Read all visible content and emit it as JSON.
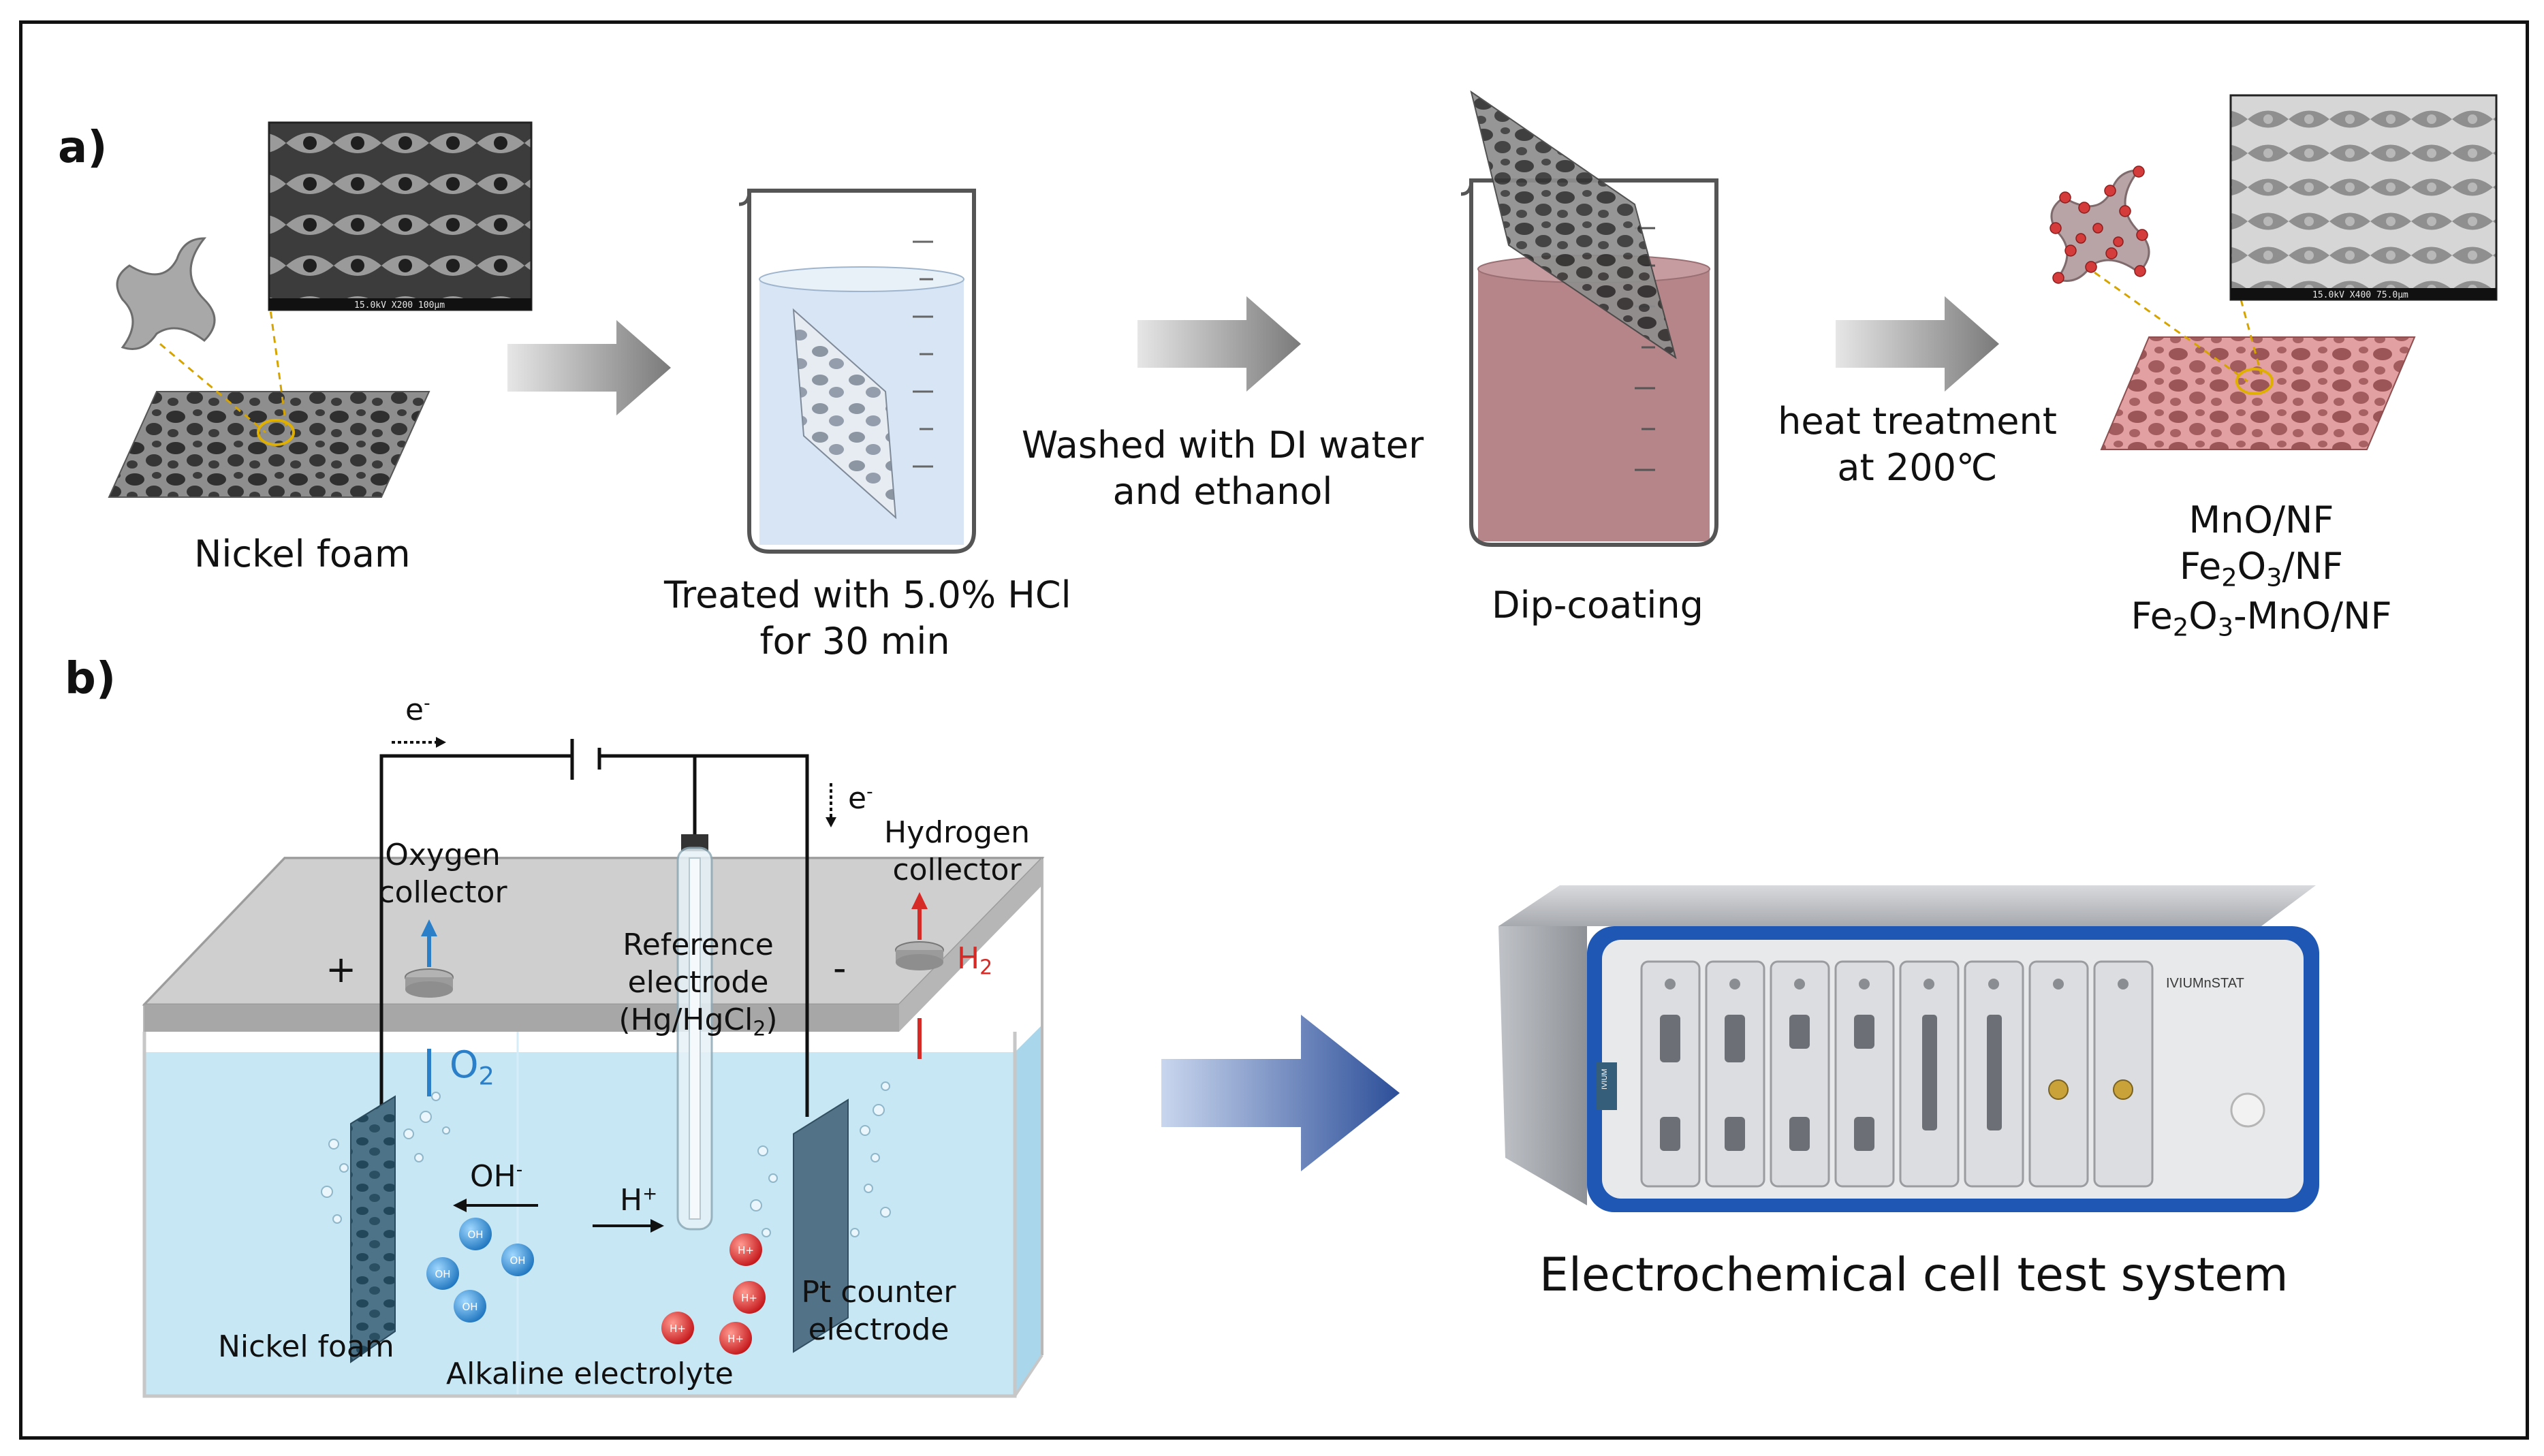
{
  "panels": {
    "a": "a)",
    "b": "b)"
  },
  "panel_a": {
    "step1": "Nickel foam",
    "step2": [
      "Treated with 5.0% HCl",
      "for 30 min"
    ],
    "wash": [
      "Washed with DI water",
      "and ethanol"
    ],
    "step3": "Dip-coating",
    "heat": [
      "heat treatment",
      "at 200℃"
    ],
    "products": {
      "p1": "MnO/NF",
      "p2_a": "Fe",
      "p2_sub": "2",
      "p2_b": "O",
      "p2_sub2": "3",
      "p2_c": "/NF",
      "p3_a": "Fe",
      "p3_sub": "2",
      "p3_b": "O",
      "p3_sub2": "3",
      "p3_c": "-MnO/NF"
    },
    "sem_text_1": "15.0kV  X200  100µm",
    "sem_text_2": "15.0kV  X400  75.0µm"
  },
  "panel_b": {
    "electron_left": "e",
    "electron_left_sup": "-",
    "electron_right": "e",
    "electron_right_sup": "-",
    "oxygen_collector": [
      "Oxygen",
      "collector"
    ],
    "hydrogen_collector": [
      "Hydrogen",
      "collector"
    ],
    "reference": [
      "Reference",
      "electrode"
    ],
    "reference_formula_a": "(Hg/HgCl",
    "reference_formula_sub": "2",
    "reference_formula_b": ")",
    "plus": "+",
    "minus": "-",
    "o2_a": "O",
    "o2_sub": "2",
    "h2_a": "H",
    "h2_sub": "2",
    "oh": "OH",
    "oh_sup": "-",
    "hplus": "H",
    "hplus_sup": "+",
    "ion_oh": "OH",
    "ion_h": "H+",
    "nickel_foam": "Nickel foam",
    "pt_counter": [
      "Pt counter",
      "electrode"
    ],
    "electrolyte": "Alkaline electrolyte",
    "device_brand": "IVIUMnSTAT",
    "device_badge": "IVIUM",
    "device_caption": "Electrochemical cell test system"
  },
  "colors": {
    "arrow_gray": "#8a8a8a",
    "arrow_blue": "#2e4f9a",
    "hcl_liquid": "#d3e2f2",
    "coating_liquid": "#b08086",
    "coated_foam": "#d98f92",
    "electrolyte": "#bfe3f3",
    "oh_ion": "#2d8fd0",
    "h_ion": "#d9302b",
    "o2_label": "#2a7fc8",
    "h2_label": "#d52a25",
    "device_blue": "#1f57b5"
  }
}
